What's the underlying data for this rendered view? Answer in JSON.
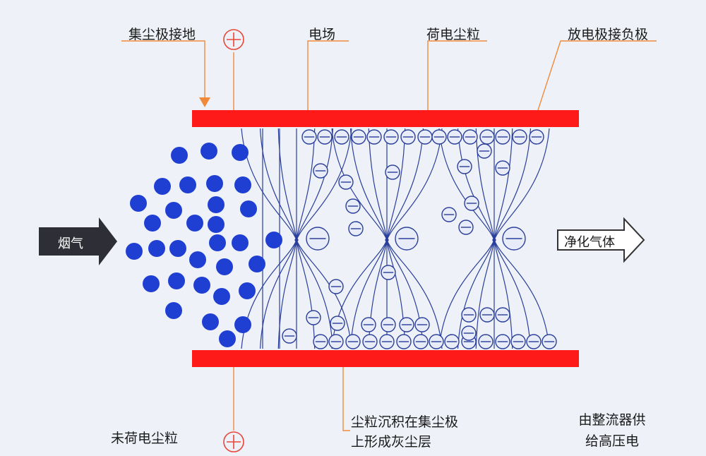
{
  "colors": {
    "background": "#eef2f8",
    "plate": "#ff1a1a",
    "leader": "#f08a3a",
    "field_line": "#2a3e9a",
    "particle": "#1f3ed2",
    "charged_particle_stroke": "#2a3e9a",
    "positive_symbol": "#e8453a",
    "inlet_arrow": "#2e2e36",
    "outlet_arrow_fill": "#ffffff"
  },
  "labels": {
    "collector_grounded": "集尘极接地",
    "electric_field": "电场",
    "charged_dust": "荷电尘粒",
    "discharge_negative": "放电极接负极",
    "uncharged_dust": "未荷电尘粒",
    "dust_deposit": "尘粒沉积在集尘极上形成灰尘层",
    "rectifier_supply": "由整流器供给高压电"
  },
  "arrows": {
    "inlet_label": "烟气",
    "outlet_label": "净化气体"
  },
  "symbols": {
    "positive_icon": "circle-plus-icon",
    "negative_particle_icon": "circle-minus-icon"
  }
}
